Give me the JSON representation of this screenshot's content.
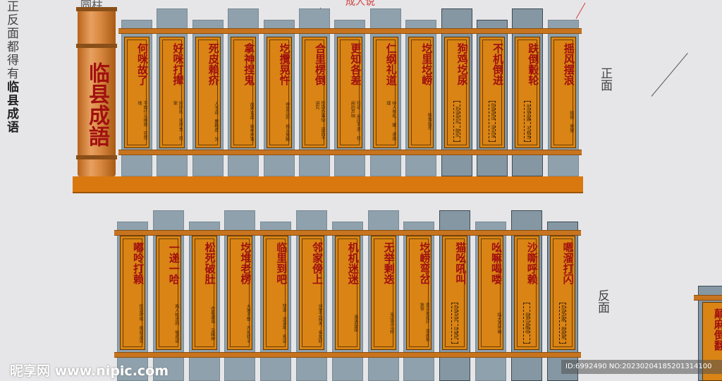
{
  "left_note": {
    "text": "正反面都得有",
    "seal": "临县成语"
  },
  "header_fragment": "圆柱",
  "header_red": "成人说",
  "labels": {
    "front": "正面",
    "back": "反面"
  },
  "pillar_title": "临县成語",
  "front_panels": [
    {
      "head": "何咪故了",
      "body": "不知什么缘故 究然地"
    },
    {
      "head": "好咪打撵",
      "body": "好好的 突然去 打架"
    },
    {
      "head": "死皮賴疥",
      "body": "人不还 要赖皮 欠"
    },
    {
      "head": "拿神捏鬼",
      "body": "故弄玄虚 装神弄鬼"
    },
    {
      "head": "圪攬晃忤",
      "body": "得意忘形 摇头晃脑"
    },
    {
      "head": "合里楞倒",
      "body": "形容办事快 速而不讲究"
    },
    {
      "head": "更知各差",
      "body": "行动 反应不灵 打闹的声响"
    },
    {
      "head": "仁纲礼道",
      "body": "待人有礼 貌 讲道理"
    },
    {
      "head": "圪里圪崂",
      "body": "犄角旮旯"
    },
    {
      "head": "狗鸡圪尿",
      "body": "形容杂乱 脏乱",
      "boxed": true
    },
    {
      "head": "不机倒进",
      "body": "形容说话 没头没脑",
      "boxed": true
    },
    {
      "head": "趺倒轂轮",
      "body": "形容走路 不稳当",
      "boxed": true
    },
    {
      "head": "摇风摆浪",
      "body": "摇摇 晃晃"
    }
  ],
  "back_panels": [
    {
      "head": "嘟呤打赖",
      "body": "形容啰嗦 唠叨没完"
    },
    {
      "head": "一递一哈",
      "body": "两人轮流的 做成说"
    },
    {
      "head": "松死破肚",
      "body": "衣着邋遢 没精神"
    },
    {
      "head": "圪堆老楞",
      "body": "大堆不整 齐的样子"
    },
    {
      "head": "临里到吧",
      "body": "快速 迅速地 到达"
    },
    {
      "head": "邻家傍上",
      "body": "邻里之间关 系友好"
    },
    {
      "head": "机机迷迷",
      "body": "清清楚楚"
    },
    {
      "head": "无举剩迭",
      "body": "无论怎么样"
    },
    {
      "head": "圪崂弯岔",
      "body": "表示地理环 境曲折 狭窄"
    },
    {
      "head": "猫吆吼叫",
      "body": "形容大声 叫喊吵闹",
      "boxed": true
    },
    {
      "head": "吆嘛喝喽",
      "body": "指大声呼喊"
    },
    {
      "head": "沙嘶呼赖",
      "body": "指声音嘶哑",
      "boxed": true
    },
    {
      "head": "嗯溜打闪",
      "body": "形容走路 摇摇晃晃",
      "boxed": true
    }
  ],
  "edge_panel": {
    "head": "颠麻倒翻"
  },
  "watermark": "昵享网 www.nipic.com",
  "image_id": "ID:6992490 NO:20230204185201314100"
}
